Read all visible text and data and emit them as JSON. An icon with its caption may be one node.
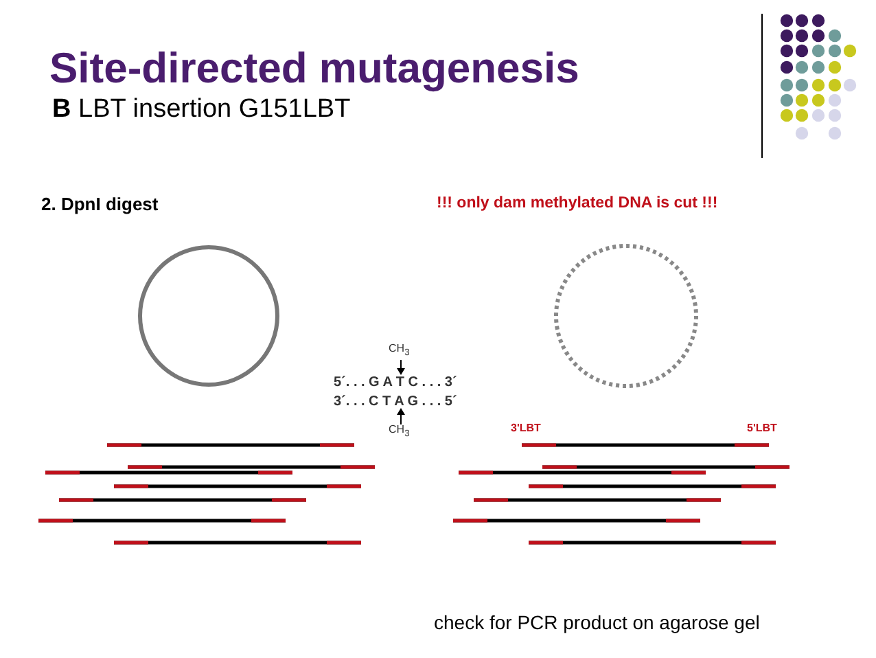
{
  "diagram": {
    "title": "Site-directed mutagenesis",
    "nodes": [
      {
        "text": [],
        "shape": "circle"
      },
      {
        "text": [],
        "shape": "circle"
      }
    ],
    "labels": [
      "**B** LBT insertion G151LBT",
      "2. DpnI digest",
      "!!! only dam methylated DNA is cut !!!",
      "CH$_{3}$",
      "5´. . . G A T C . . . 3´",
      "3´. . . C T A G . . . 5´",
      "CH$_{3}$",
      "3'LBT",
      "5'LBT",
      "check for PCR product on agarose gel"
    ]
  }
}
